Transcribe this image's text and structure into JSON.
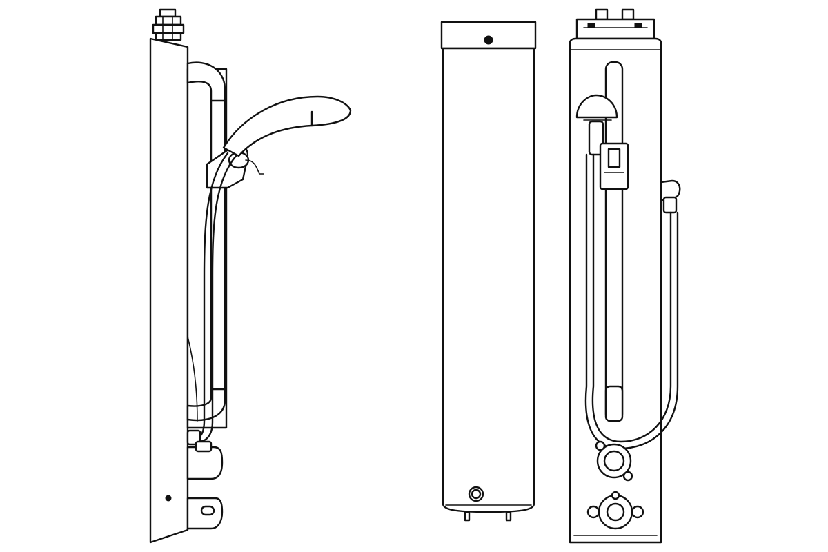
{
  "figure": {
    "views": [
      {
        "view": "side"
      },
      {
        "view": "rear"
      },
      {
        "view": "front"
      }
    ]
  },
  "palette": {
    "line": "#111111",
    "background": "#ffffff"
  }
}
